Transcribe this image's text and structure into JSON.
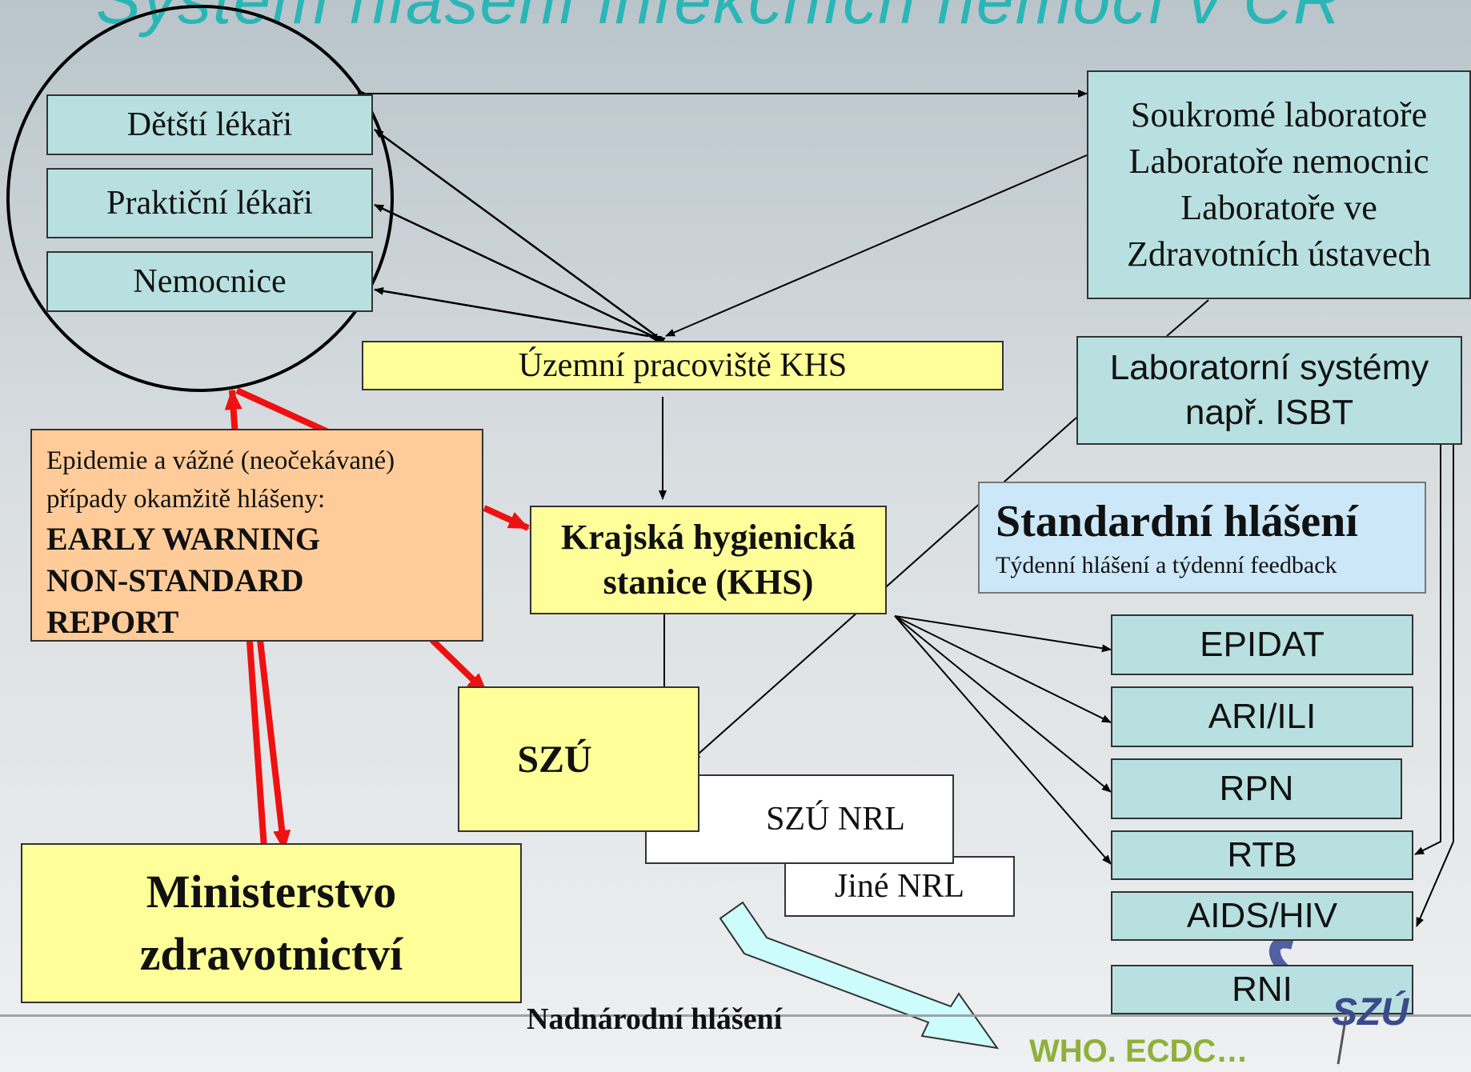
{
  "slide_title": "Systém hlášení infekčních nemocí v ČR",
  "clinicians": {
    "pediatricians": "Dětští lékaři",
    "gps": "Praktiční lékaři",
    "hospitals": "Nemocnice"
  },
  "labs": {
    "line1": "Soukromé laboratoře",
    "line2": "Laboratoře nemocnic",
    "line3": "Laboratoře ve",
    "line4": "Zdravotních ústavech"
  },
  "lab_systems": {
    "line1": "Laboratorní systémy",
    "line2": "např. ISBT"
  },
  "territorial": "Územní pracoviště KHS",
  "early_warning": {
    "line1": "Epidemie a vážné (neočekávané)",
    "line2": "případy okamžitě hlášeny:",
    "bold1": "EARLY WARNING",
    "bold2": "NON-STANDARD",
    "bold3": "REPORT"
  },
  "khs": {
    "line1": "Krajská hygienická",
    "line2": "stanice (KHS)"
  },
  "standard": {
    "title": "Standardní hlášení",
    "subtitle": "Týdenní hlášení a týdenní feedback"
  },
  "registries": [
    "EPIDAT",
    "ARI/ILI",
    "RPN",
    "RTB",
    "AIDS/HIV",
    "RNI"
  ],
  "szu": "SZÚ",
  "szu_nrl": "SZÚ NRL",
  "other_nrl": "Jiné NRL",
  "ministry": {
    "line1": "Ministerstvo",
    "line2": "zdravotnictví"
  },
  "supranational": "Nadnárodní hlášení",
  "who": "WHO. ECDC…",
  "logo_text": "SZÚ",
  "colors": {
    "teal_box": "#b8e0e0",
    "yellow_box": "#ffff99",
    "orange_box": "#ffcc99",
    "standard_box": "#cce8f8",
    "red_arrow": "#ee1111",
    "title": "#2ab6b6",
    "who_green": "#8fb03a",
    "big_arrow": "#ccfcfc"
  }
}
